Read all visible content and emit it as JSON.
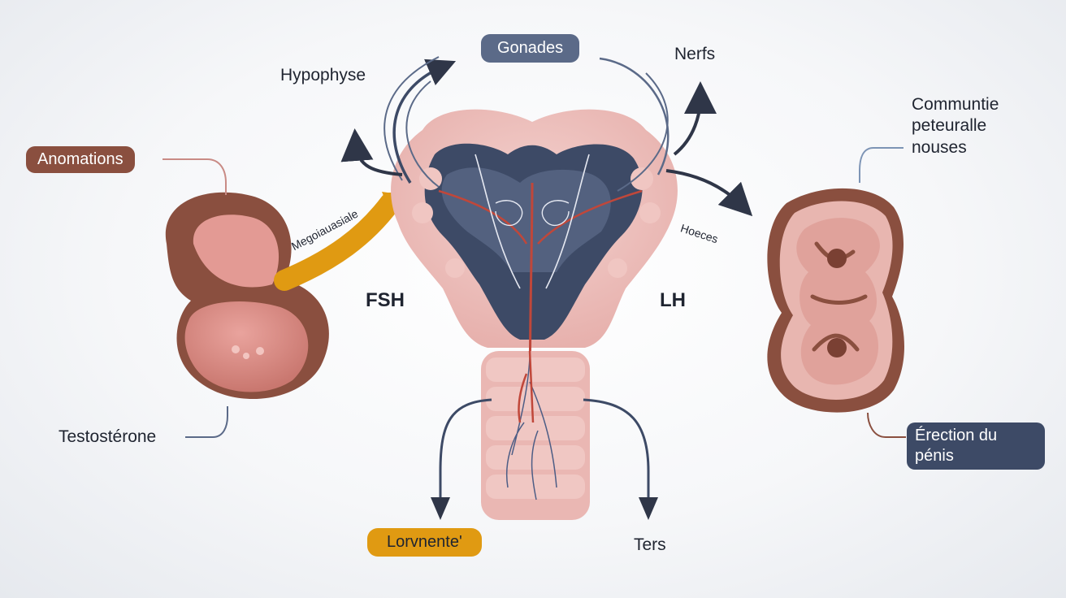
{
  "labels": {
    "gonades": "Gonades",
    "nerfs": "Nerfs",
    "hypophyse": "Hypophyse",
    "communitie_line1": "Communtie",
    "communitie_line2": "peteuralle",
    "communitie_line3": "nouses",
    "anomations": "Anomations",
    "megoiaurasiale": "Megoiauasiale",
    "fsh": "FSH",
    "lh": "LH",
    "hoeces": "Hoeces",
    "testosterone": "Testostérone",
    "erection_line1": "Érection du",
    "erection_line2": "pénis",
    "lorvnente": "Lorvnente'",
    "ters": "Ters"
  },
  "colors": {
    "navy": "#3d4a66",
    "slate": "#5b6a88",
    "brown": "#8a4f3f",
    "orange": "#e09a12",
    "pink": "#eec0bc",
    "pink_dark": "#e2a6a2",
    "blue_line": "#4d5d85",
    "red_vessel": "#c0473a"
  }
}
